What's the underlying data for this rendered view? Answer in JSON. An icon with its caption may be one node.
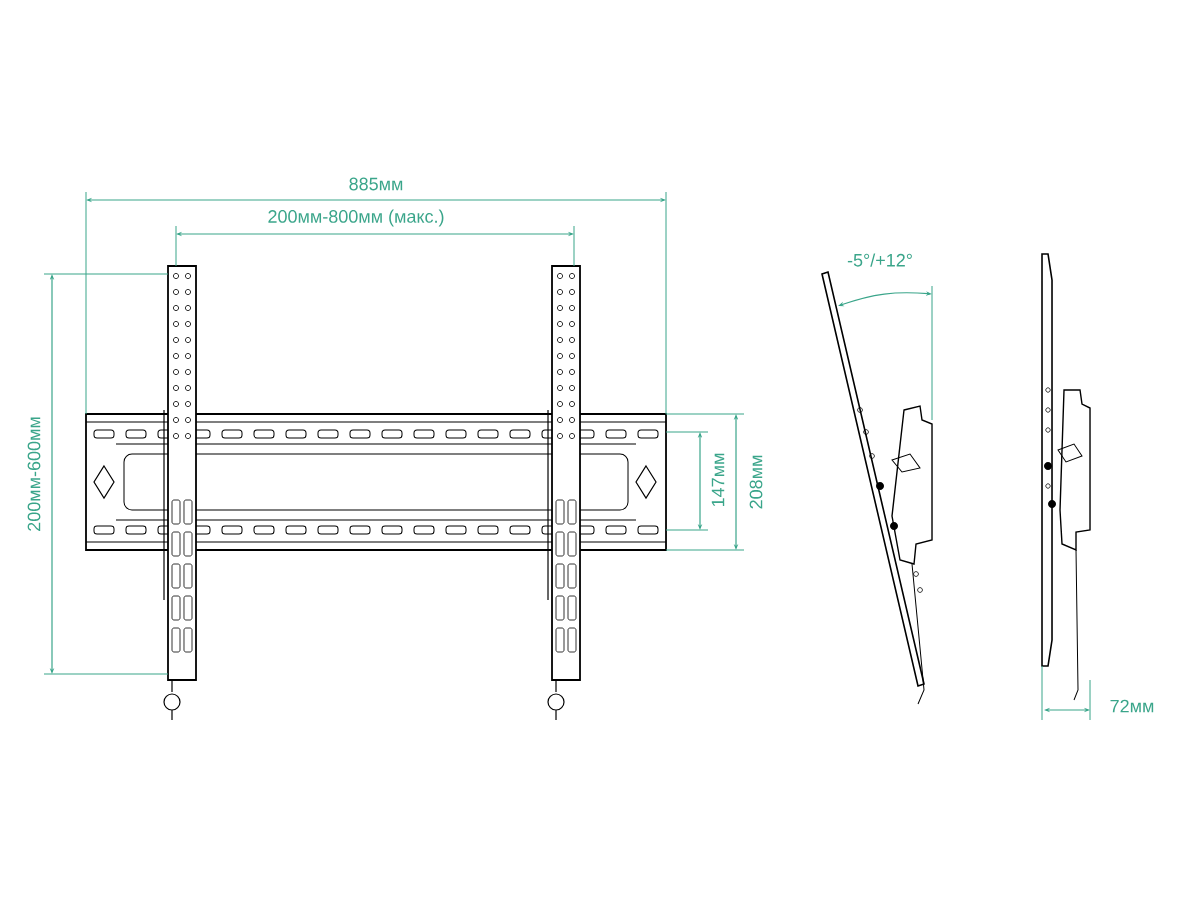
{
  "diagram": {
    "labels": [
      "885мм",
      "200мм-800мм (макс.)",
      "200мм-600мм",
      "147мм",
      "208мм",
      "-5°/+12°",
      "72мм"
    ]
  }
}
